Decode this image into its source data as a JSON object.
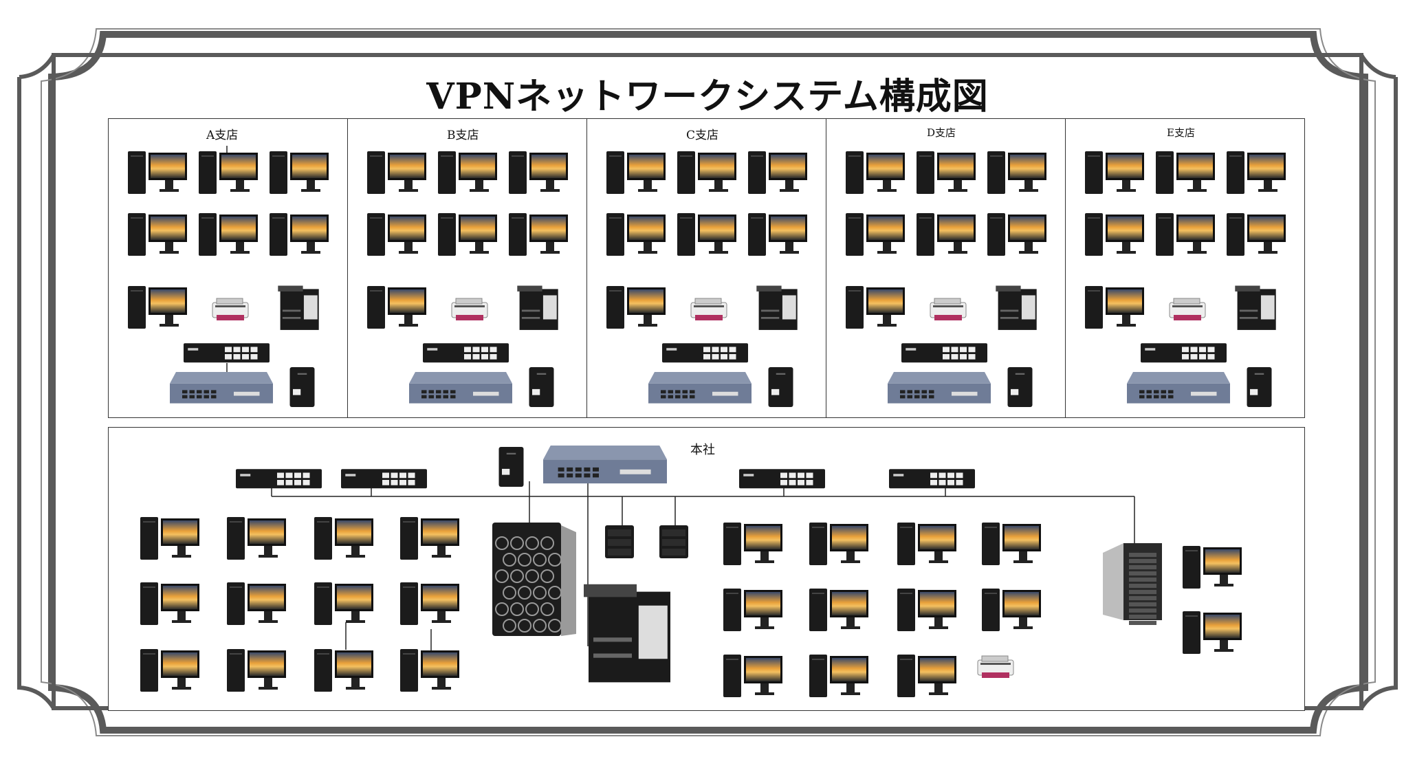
{
  "title": "VPNネットワークシステム構成図",
  "branches": [
    {
      "label": "A支店"
    },
    {
      "label": "B支店"
    },
    {
      "label": "C支店"
    },
    {
      "label": "D支店"
    },
    {
      "label": "E支店"
    }
  ],
  "headquarters": {
    "label": "本社"
  },
  "colors": {
    "frame": "#5a5a5a",
    "line": "#222222",
    "device_body": "#1b1b1b",
    "router_body": "#6f7c97",
    "screen": "#d98a2a"
  }
}
